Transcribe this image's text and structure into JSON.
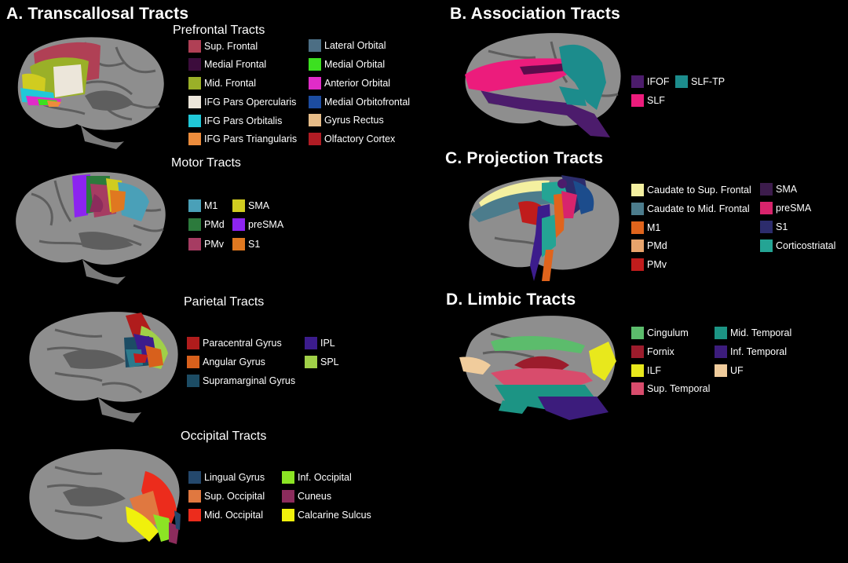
{
  "panels": {
    "a": {
      "title": "A. Transcallosal Tracts",
      "prefrontal": {
        "title": "Prefrontal Tracts",
        "items": [
          {
            "label": "Sup. Frontal",
            "color": "#b04055"
          },
          {
            "label": "Medial Frontal",
            "color": "#3c0c3c"
          },
          {
            "label": "Mid. Frontal",
            "color": "#9ab028"
          },
          {
            "label": "IFG Pars Opercularis",
            "color": "#ece6da"
          },
          {
            "label": "IFG Pars Orbitalis",
            "color": "#20c8d8"
          },
          {
            "label": "IFG Pars Triangularis",
            "color": "#ec8c3c"
          },
          {
            "label": "Lateral Orbital",
            "color": "#4c6e84"
          },
          {
            "label": "Medial Orbital",
            "color": "#3ce020"
          },
          {
            "label": "Anterior Orbital",
            "color": "#e02cc8"
          },
          {
            "label": "Medial Orbitofrontal",
            "color": "#1c4ca0"
          },
          {
            "label": "Gyrus Rectus",
            "color": "#e6bc88"
          },
          {
            "label": "Olfactory Cortex",
            "color": "#b01c24"
          }
        ]
      },
      "motor": {
        "title": "Motor Tracts",
        "items": [
          {
            "label": "M1",
            "color": "#4aa0b8"
          },
          {
            "label": "PMd",
            "color": "#2c7a3c"
          },
          {
            "label": "PMv",
            "color": "#a63c62"
          },
          {
            "label": "SMA",
            "color": "#d0cc20"
          },
          {
            "label": "preSMA",
            "color": "#8c24f0"
          },
          {
            "label": "S1",
            "color": "#e07820"
          }
        ]
      },
      "parietal": {
        "title": "Parietal Tracts",
        "items": [
          {
            "label": "Paracentral Gyrus",
            "color": "#b01c1c"
          },
          {
            "label": "Angular Gyrus",
            "color": "#d8601c"
          },
          {
            "label": "Supramarginal Gyrus",
            "color": "#1c4c64"
          },
          {
            "label": "IPL",
            "color": "#3c1c8c"
          },
          {
            "label": "SPL",
            "color": "#a0d048"
          }
        ]
      },
      "occipital": {
        "title": "Occipital Tracts",
        "items": [
          {
            "label": "Lingual Gyrus",
            "color": "#24486c"
          },
          {
            "label": "Sup. Occipital",
            "color": "#e07840"
          },
          {
            "label": "Mid. Occipital",
            "color": "#ec2c1c"
          },
          {
            "label": "Inf. Occipital",
            "color": "#8ce424"
          },
          {
            "label": "Cuneus",
            "color": "#8c2c5c"
          },
          {
            "label": "Calcarine Sulcus",
            "color": "#f0f00c"
          }
        ]
      }
    },
    "b": {
      "title": "B. Association Tracts",
      "items": [
        {
          "label": "IFOF",
          "color": "#4c1c6c"
        },
        {
          "label": "SLF",
          "color": "#ec1c7c"
        },
        {
          "label": "SLF-TP",
          "color": "#1c8c8c"
        }
      ]
    },
    "c": {
      "title": "C. Projection Tracts",
      "items": [
        {
          "label": "Caudate to Sup. Frontal",
          "color": "#f4f0a0"
        },
        {
          "label": "Caudate to Mid. Frontal",
          "color": "#4c7c8c"
        },
        {
          "label": "M1",
          "color": "#e0641c"
        },
        {
          "label": "PMd",
          "color": "#e8a46c"
        },
        {
          "label": "PMv",
          "color": "#c01c1c"
        },
        {
          "label": "SMA",
          "color": "#3c1c4c"
        },
        {
          "label": "preSMA",
          "color": "#d8246c"
        },
        {
          "label": "S1",
          "color": "#2c2c6c"
        },
        {
          "label": "Corticostriatal",
          "color": "#24a494"
        }
      ]
    },
    "d": {
      "title": "D. Limbic Tracts",
      "items": [
        {
          "label": "Cingulum",
          "color": "#5cbc6c"
        },
        {
          "label": "Fornix",
          "color": "#9c1c2c"
        },
        {
          "label": "ILF",
          "color": "#e8e81c"
        },
        {
          "label": "Sup. Temporal",
          "color": "#d84c6c"
        },
        {
          "label": "Mid. Temporal",
          "color": "#1c9484"
        },
        {
          "label": "Inf. Temporal",
          "color": "#3c1c7c"
        },
        {
          "label": "UF",
          "color": "#f0cc9c"
        }
      ]
    }
  },
  "brain_colors": {
    "cortex": "#8e8e8e",
    "sulcus": "#5e5e5e",
    "highlight": "#b4b4b4"
  }
}
